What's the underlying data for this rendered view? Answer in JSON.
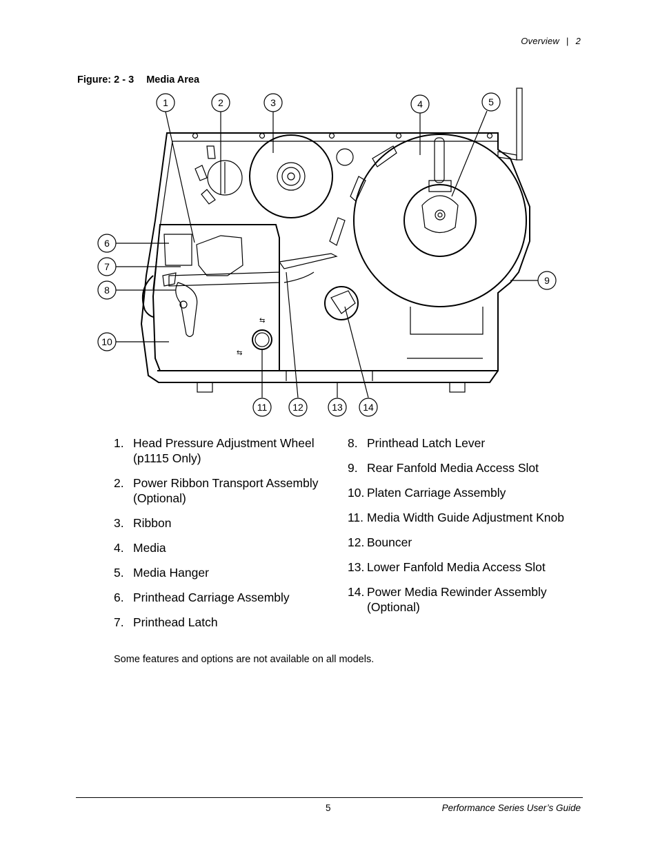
{
  "header": {
    "section": "Overview",
    "separator": "|",
    "page_ref": "2"
  },
  "figure": {
    "label": "Figure: 2 - 3",
    "title": "Media Area",
    "callouts": [
      "1",
      "2",
      "3",
      "4",
      "5",
      "6",
      "7",
      "8",
      "9",
      "10",
      "11",
      "12",
      "13",
      "14"
    ]
  },
  "legend": {
    "left": [
      {
        "num": "1.",
        "text": "Head Pressure Adjustment Wheel (p1115 Only)"
      },
      {
        "num": "2.",
        "text": "Power Ribbon Transport Assembly (Optional)"
      },
      {
        "num": "3.",
        "text": "Ribbon"
      },
      {
        "num": "4.",
        "text": "Media"
      },
      {
        "num": "5.",
        "text": "Media Hanger"
      },
      {
        "num": "6.",
        "text": "Printhead Carriage Assembly"
      },
      {
        "num": "7.",
        "text": "Printhead Latch"
      }
    ],
    "right": [
      {
        "num": "8.",
        "text": "Printhead Latch Lever"
      },
      {
        "num": "9.",
        "text": "Rear Fanfold Media Access Slot"
      },
      {
        "num": "10.",
        "text": "Platen Carriage Assembly"
      },
      {
        "num": "11.",
        "text": "Media Width Guide Adjustment Knob"
      },
      {
        "num": "12.",
        "text": "Bouncer"
      },
      {
        "num": "13.",
        "text": "Lower Fanfold Media Access Slot"
      },
      {
        "num": "14.",
        "text": "Power Media Rewinder Assembly (Optional)"
      }
    ]
  },
  "footnote": "Some features and options are not available on all models.",
  "footer": {
    "page_number": "5",
    "guide_title": "Performance Series User’s Guide"
  }
}
